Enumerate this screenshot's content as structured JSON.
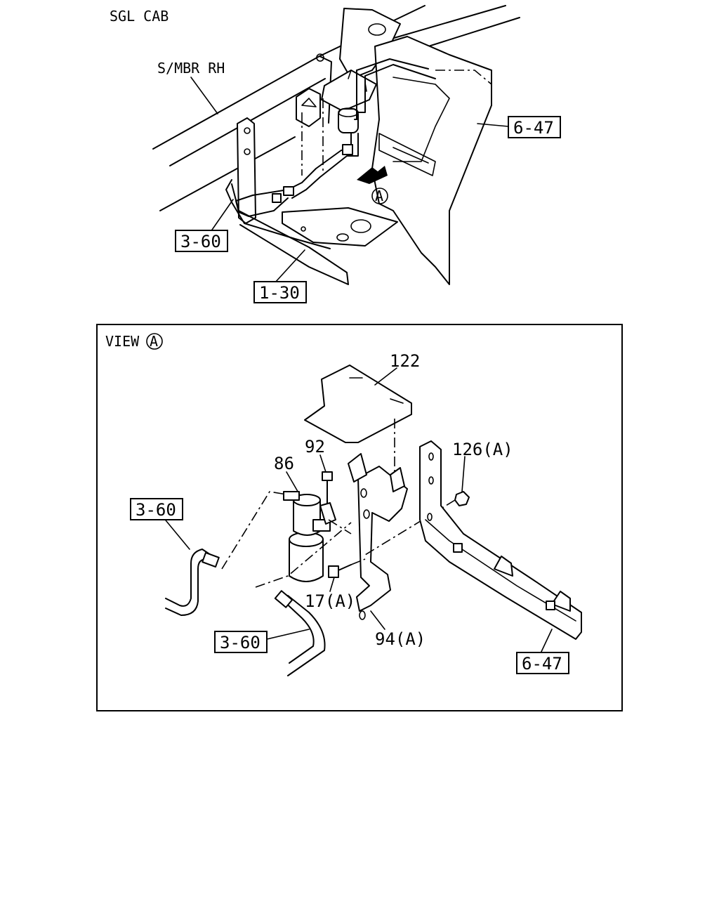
{
  "top_view": {
    "cab_label": "SGL CAB",
    "member_label": "S/MBR RH",
    "callout_a": "A",
    "refs": {
      "frame_right": "6-47",
      "hose_left": "3-60",
      "frame_bottom": "1-30"
    }
  },
  "detail_view": {
    "title": "VIEW",
    "title_circle": "A",
    "parts": {
      "cover_plate": "122",
      "bolt_top": "92",
      "receiver_drier": "86",
      "nut": "126(A)",
      "bolt_side": "17(A)",
      "bracket": "94(A)"
    },
    "refs": {
      "hose_upper": "3-60",
      "hose_lower": "3-60",
      "frame": "6-47"
    }
  }
}
